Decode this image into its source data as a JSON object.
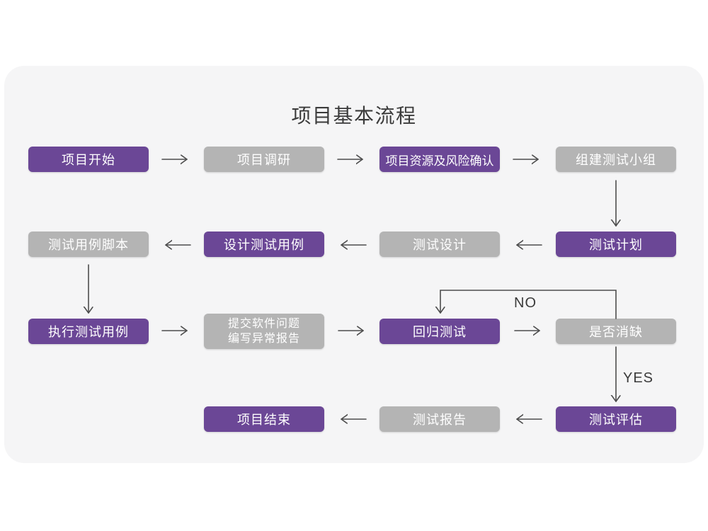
{
  "title": "项目基本流程",
  "colors": {
    "node_purple": "#6B4796",
    "node_gray": "#B4B4B4",
    "panel_background": "#F5F5F6",
    "arrow": "#4D4D4D",
    "title_text": "#3B3B3B",
    "node_text": "#FFFFFF"
  },
  "nodes": [
    {
      "id": "project-start",
      "label": "项目开始",
      "variant": "purple"
    },
    {
      "id": "project-research",
      "label": "项目调研",
      "variant": "gray"
    },
    {
      "id": "resource-risk",
      "label": "项目资源及风险确认",
      "variant": "purple"
    },
    {
      "id": "build-test-team",
      "label": "组建测试小组",
      "variant": "gray"
    },
    {
      "id": "test-case-script",
      "label": "测试用例脚本",
      "variant": "gray"
    },
    {
      "id": "design-test-case",
      "label": "设计测试用例",
      "variant": "purple"
    },
    {
      "id": "test-design",
      "label": "测试设计",
      "variant": "gray"
    },
    {
      "id": "test-plan",
      "label": "测试计划",
      "variant": "purple"
    },
    {
      "id": "execute-test-case",
      "label": "执行测试用例",
      "variant": "purple"
    },
    {
      "id": "submit-issue-report",
      "label": "提交软件问题",
      "label2": "编写异常报告",
      "variant": "gray"
    },
    {
      "id": "regression-test",
      "label": "回归测试",
      "variant": "purple"
    },
    {
      "id": "defect-resolved",
      "label": "是否消缺",
      "variant": "gray"
    },
    {
      "id": "project-end",
      "label": "项目结束",
      "variant": "purple"
    },
    {
      "id": "test-report",
      "label": "测试报告",
      "variant": "gray"
    },
    {
      "id": "test-evaluation",
      "label": "测试评估",
      "variant": "purple"
    }
  ],
  "edge_labels": {
    "no": "NO",
    "yes": "YES"
  }
}
